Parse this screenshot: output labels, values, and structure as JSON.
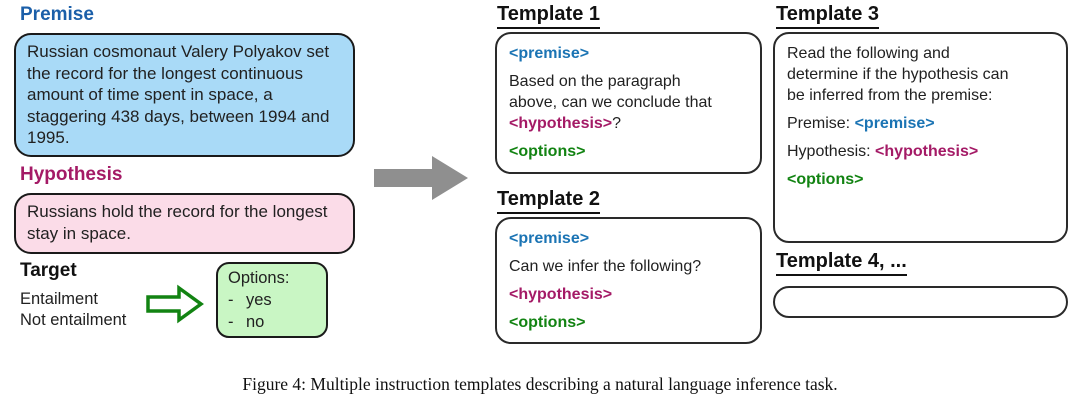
{
  "colors": {
    "header_blue": "#1b5fa9",
    "tag_blue": "#1b74b4",
    "magenta": "#a41a66",
    "green": "#128312",
    "premise_box_bg": "#a9daf7",
    "hypothesis_box_bg": "#fbdce8",
    "options_box_bg": "#c9f6c4",
    "arrow_gray": "#8f8f8f"
  },
  "left_panel": {
    "premise_label": "Premise",
    "premise_text": "Russian cosmonaut Valery Polyakov set the record for the longest continuous amount of time spent in space, a staggering 438 days, between 1994 and 1995.",
    "hypothesis_label": "Hypothesis",
    "hypothesis_text": "Russians hold the record for the longest stay in space.",
    "target_label": "Target",
    "target_options": [
      "Entailment",
      "Not entailment"
    ],
    "options_box": {
      "title": "Options:",
      "dash": "-",
      "items": [
        "yes",
        "no"
      ]
    }
  },
  "templates": {
    "t1": {
      "title": "Template 1",
      "premise_tag": "<premise>",
      "question_text": "Based on the paragraph above, can we conclude that ",
      "hypothesis_tag": "<hypothesis>",
      "question_suffix": "?",
      "options_tag": "<options>"
    },
    "t2": {
      "title": "Template 2",
      "premise_tag": "<premise>",
      "question_text": "Can we infer the following?",
      "hypothesis_tag": "<hypothesis>",
      "options_tag": "<options>"
    },
    "t3": {
      "title": "Template 3",
      "intro_text": "Read the following and determine if the hypothesis can be inferred from the premise:",
      "premise_label": "Premise: ",
      "premise_tag": "<premise>",
      "hypothesis_label": "Hypothesis: ",
      "hypothesis_tag": "<hypothesis>",
      "options_tag": "<options>"
    },
    "t4": {
      "title": "Template 4, ..."
    }
  },
  "caption": "Figure 4: Multiple instruction templates describing a natural language inference task."
}
